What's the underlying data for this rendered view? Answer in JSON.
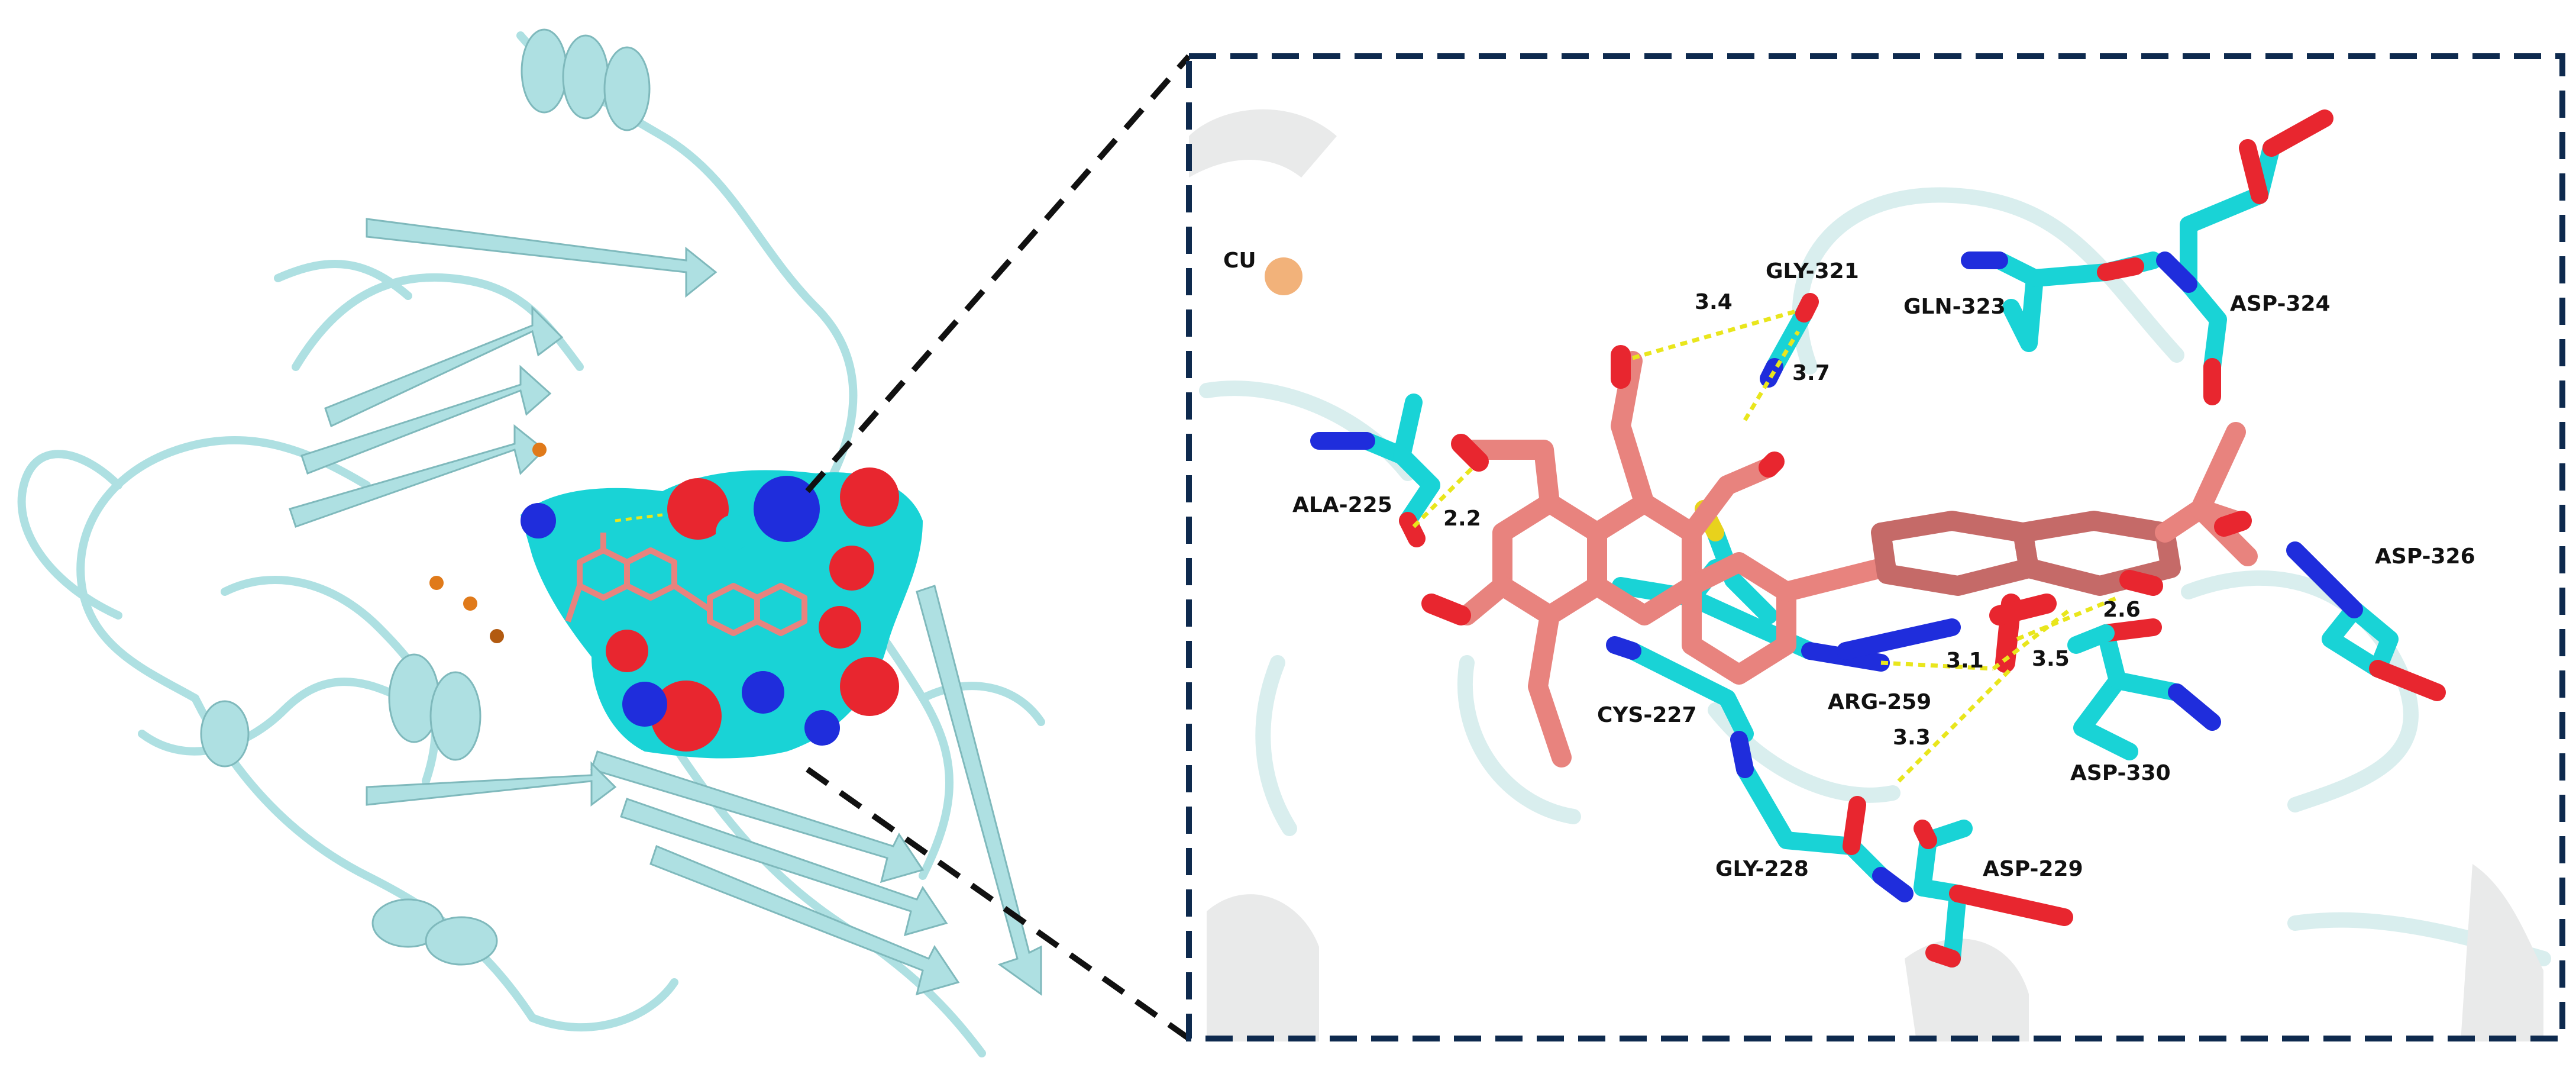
{
  "figure": {
    "left_panel": "protein-overview",
    "right_panel": "binding-site-closeup"
  },
  "residues": [
    {
      "id": "ala225",
      "label": "ALA-225"
    },
    {
      "id": "cys227",
      "label": "CYS-227"
    },
    {
      "id": "gly228",
      "label": "GLY-228"
    },
    {
      "id": "asp229",
      "label": "ASP-229"
    },
    {
      "id": "arg259",
      "label": "ARG-259"
    },
    {
      "id": "gly321",
      "label": "GLY-321"
    },
    {
      "id": "gln323",
      "label": "GLN-323"
    },
    {
      "id": "asp324",
      "label": "ASP-324"
    },
    {
      "id": "asp326",
      "label": "ASP-326"
    },
    {
      "id": "asp330",
      "label": "ASP-330"
    }
  ],
  "ion": {
    "label": "CU"
  },
  "distances": [
    {
      "id": "d1",
      "value": "3.4"
    },
    {
      "id": "d2",
      "value": "3.7"
    },
    {
      "id": "d3",
      "value": "2.2"
    },
    {
      "id": "d4",
      "value": "3.1"
    },
    {
      "id": "d5",
      "value": "3.5"
    },
    {
      "id": "d6",
      "value": "2.6"
    },
    {
      "id": "d7",
      "value": "3.3"
    }
  ],
  "colors": {
    "protein_cartoon": "#aee0e2",
    "residue_carbon": "#19d3d6",
    "ligand_carbon": "#e8837e",
    "oxygen": "#e8262f",
    "nitrogen": "#1f2ddc",
    "hbond": "#e9e61c",
    "copper": "#f2b27a",
    "frame": "#0e2a4e"
  }
}
